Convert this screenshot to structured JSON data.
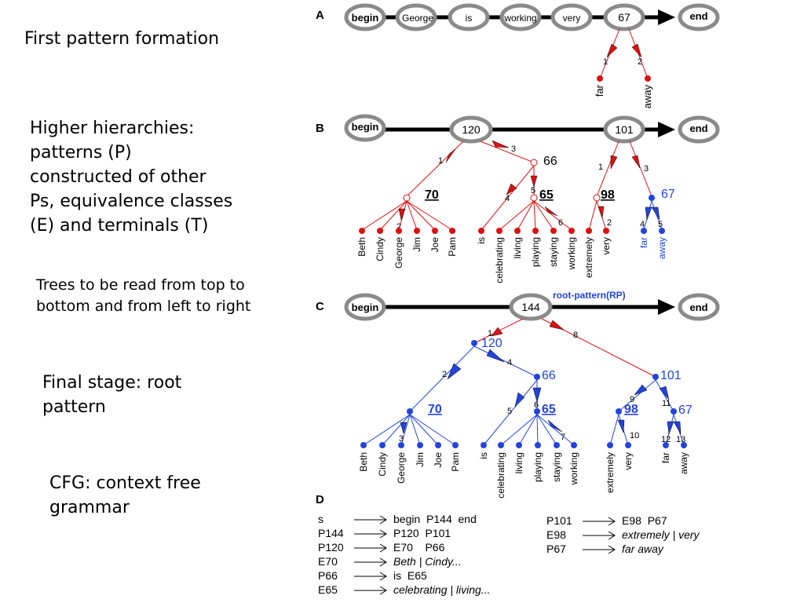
{
  "captions": {
    "first": [
      "First pattern formation"
    ],
    "higher": [
      "Higher hierarchies:",
      "patterns (P)",
      "constructed of other",
      "Ps, equivalence classes",
      "(E) and terminals (T)"
    ],
    "trees": [
      "Trees to be read from top to",
      "bottom and from left to right"
    ],
    "final": [
      "Final stage: root",
      "pattern"
    ],
    "cfg": [
      "CFG: context free",
      "grammar"
    ]
  },
  "panels": {
    "a": "A",
    "b": "B",
    "c": "C",
    "d": "D"
  },
  "panel_a": {
    "begin": "begin",
    "end": "end",
    "nodes": [
      "George",
      "is",
      "working",
      "very"
    ],
    "pattern": "67",
    "edge_labels": [
      "1",
      "2"
    ],
    "leaves": [
      "far",
      "away"
    ]
  },
  "panel_b": {
    "begin": "begin",
    "end": "end",
    "p120": "120",
    "p101": "101",
    "p66": "66",
    "e70": "70",
    "e65": "65",
    "e98": "98",
    "p67": "67",
    "edge_labels": [
      "1",
      "3",
      "4",
      "5",
      "1",
      "3",
      "2",
      "6",
      "2",
      "4",
      "5"
    ],
    "leaves_70": [
      "Beth",
      "Cindy",
      "George",
      "Jim",
      "Joe",
      "Pam"
    ],
    "leaves_65": [
      "is",
      "celebrating",
      "living",
      "playing",
      "staying",
      "working"
    ],
    "leaves_98": [
      "extremely",
      "very"
    ],
    "leaves_67": [
      "far",
      "away"
    ]
  },
  "panel_c": {
    "begin": "begin",
    "end": "end",
    "root": "144",
    "root_label": "root-pattern(RP)",
    "p120": "120",
    "p101": "101",
    "p66": "66",
    "e70": "70",
    "e65": "65",
    "e98": "98",
    "p67": "67",
    "edge_labels": [
      "1",
      "8",
      "2",
      "4",
      "3",
      "5",
      "6",
      "7",
      "9",
      "11",
      "10",
      "12",
      "13"
    ],
    "leaves_70": [
      "Beth",
      "Cindy",
      "George",
      "Jim",
      "Joe",
      "Pam"
    ],
    "leaves_65": [
      "is",
      "celebrating",
      "living",
      "playing",
      "staying",
      "working"
    ],
    "leaves_98": [
      "extremely",
      "very"
    ],
    "leaves_67": [
      "far",
      "away"
    ]
  },
  "grammar_left": [
    {
      "lhs": "s",
      "rhs": "begin  P144  end",
      "italic": false
    },
    {
      "lhs": "P144",
      "rhs": "P120  P101",
      "italic": false
    },
    {
      "lhs": "P120",
      "rhs": "E70    P66",
      "italic": false
    },
    {
      "lhs": "E70",
      "rhs": "Beth | Cindy...",
      "italic": true
    },
    {
      "lhs": "P66",
      "rhs": "is  E65",
      "italic": false
    },
    {
      "lhs": "E65",
      "rhs": "celebrating | living...",
      "italic": true
    }
  ],
  "grammar_right": [
    {
      "lhs": "P101",
      "rhs": "E98  P67",
      "italic": false
    },
    {
      "lhs": "E98",
      "rhs": "extremely | very",
      "italic": true
    },
    {
      "lhs": "P67",
      "rhs": "far away",
      "italic": true
    }
  ],
  "colors": {
    "red": "#dd1111",
    "blue": "#2244dd",
    "ring": "#8a8a8a"
  }
}
